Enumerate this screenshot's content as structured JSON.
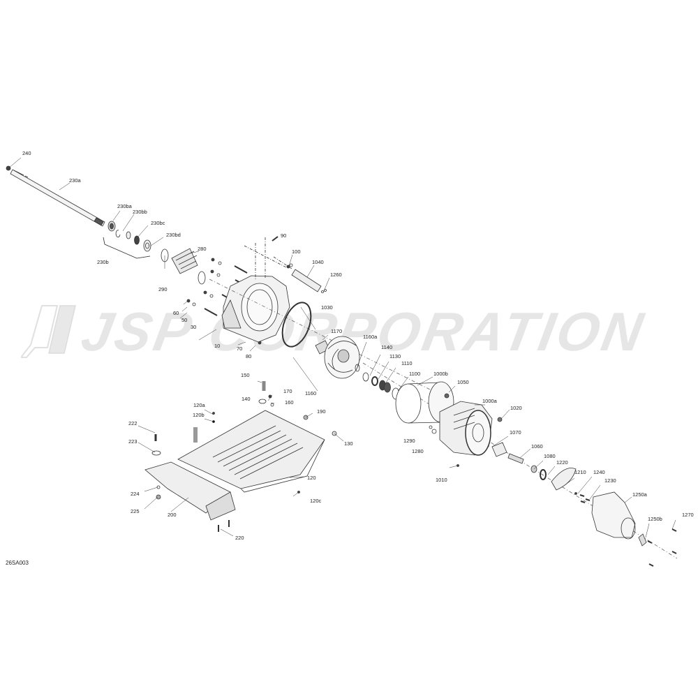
{
  "watermark": {
    "text": "JSP CORPORATION",
    "color": "#e6e6e6"
  },
  "diagram_code": "26SA003",
  "labels": {
    "l240": "240",
    "l230a": "230a",
    "l230ba": "230ba",
    "l230bb": "230bb",
    "l230bc": "230bc",
    "l230bd": "230bd",
    "l230b": "230b",
    "l280": "280",
    "l290": "290",
    "l90": "90",
    "l100": "100",
    "l1040": "1040",
    "l1260": "1260",
    "l60": "60",
    "l50": "50",
    "l30": "30",
    "l10": "10",
    "l70": "70",
    "l80": "80",
    "l1030": "1030",
    "l1170": "1170",
    "l1160a": "1160a",
    "l1140": "1140",
    "l1130": "1130",
    "l1110": "1110",
    "l1100": "1100",
    "l1000b": "1000b",
    "l1160": "1160",
    "l1050": "1050",
    "l1000a": "1000a",
    "l1020": "1020",
    "l1290": "1290",
    "l1280": "1280",
    "l1070": "1070",
    "l1060": "1060",
    "l1080": "1080",
    "l1220": "1220",
    "l1010": "1010",
    "l1210": "1210",
    "l1240": "1240",
    "l1230": "1230",
    "l1250a": "1250a",
    "l1250b": "1250b",
    "l1270": "1270",
    "l150": "150",
    "l170": "170",
    "l140": "140",
    "l160": "160",
    "l190": "190",
    "l130": "130",
    "l120a": "120a",
    "l120b": "120b",
    "l120": "120",
    "l120c": "120c",
    "l222": "222",
    "l223": "223",
    "l224": "224",
    "l225": "225",
    "l200": "200",
    "l220": "220"
  },
  "colors": {
    "line": "#333333",
    "label": "#222222",
    "background": "#ffffff"
  }
}
